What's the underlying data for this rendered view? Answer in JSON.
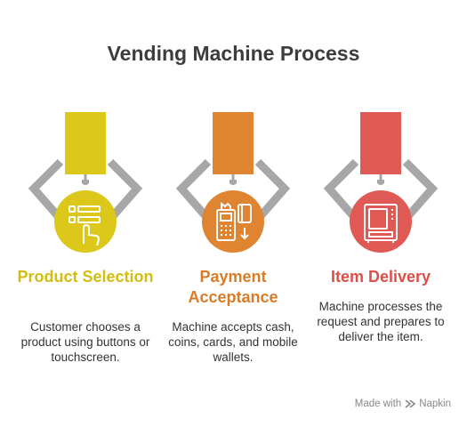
{
  "title": "Vending Machine Process",
  "colors": {
    "step1": "#dcc81a",
    "step2": "#df8532",
    "step3": "#e05a55",
    "claw": "#a7a7a7"
  },
  "steps": [
    {
      "title": "Product Selection",
      "description": "Customer chooses a product using buttons or touchscreen.",
      "icon": "touch-menu-icon"
    },
    {
      "title": "Payment Acceptance",
      "description": "Machine accepts cash, coins, cards, and mobile wallets.",
      "icon": "payment-terminal-icon"
    },
    {
      "title": "Item Delivery",
      "description": "Machine processes the request and prepares to deliver the item.",
      "icon": "vending-machine-icon"
    }
  ],
  "footer": {
    "text": "Made with",
    "brand": "Napkin"
  }
}
